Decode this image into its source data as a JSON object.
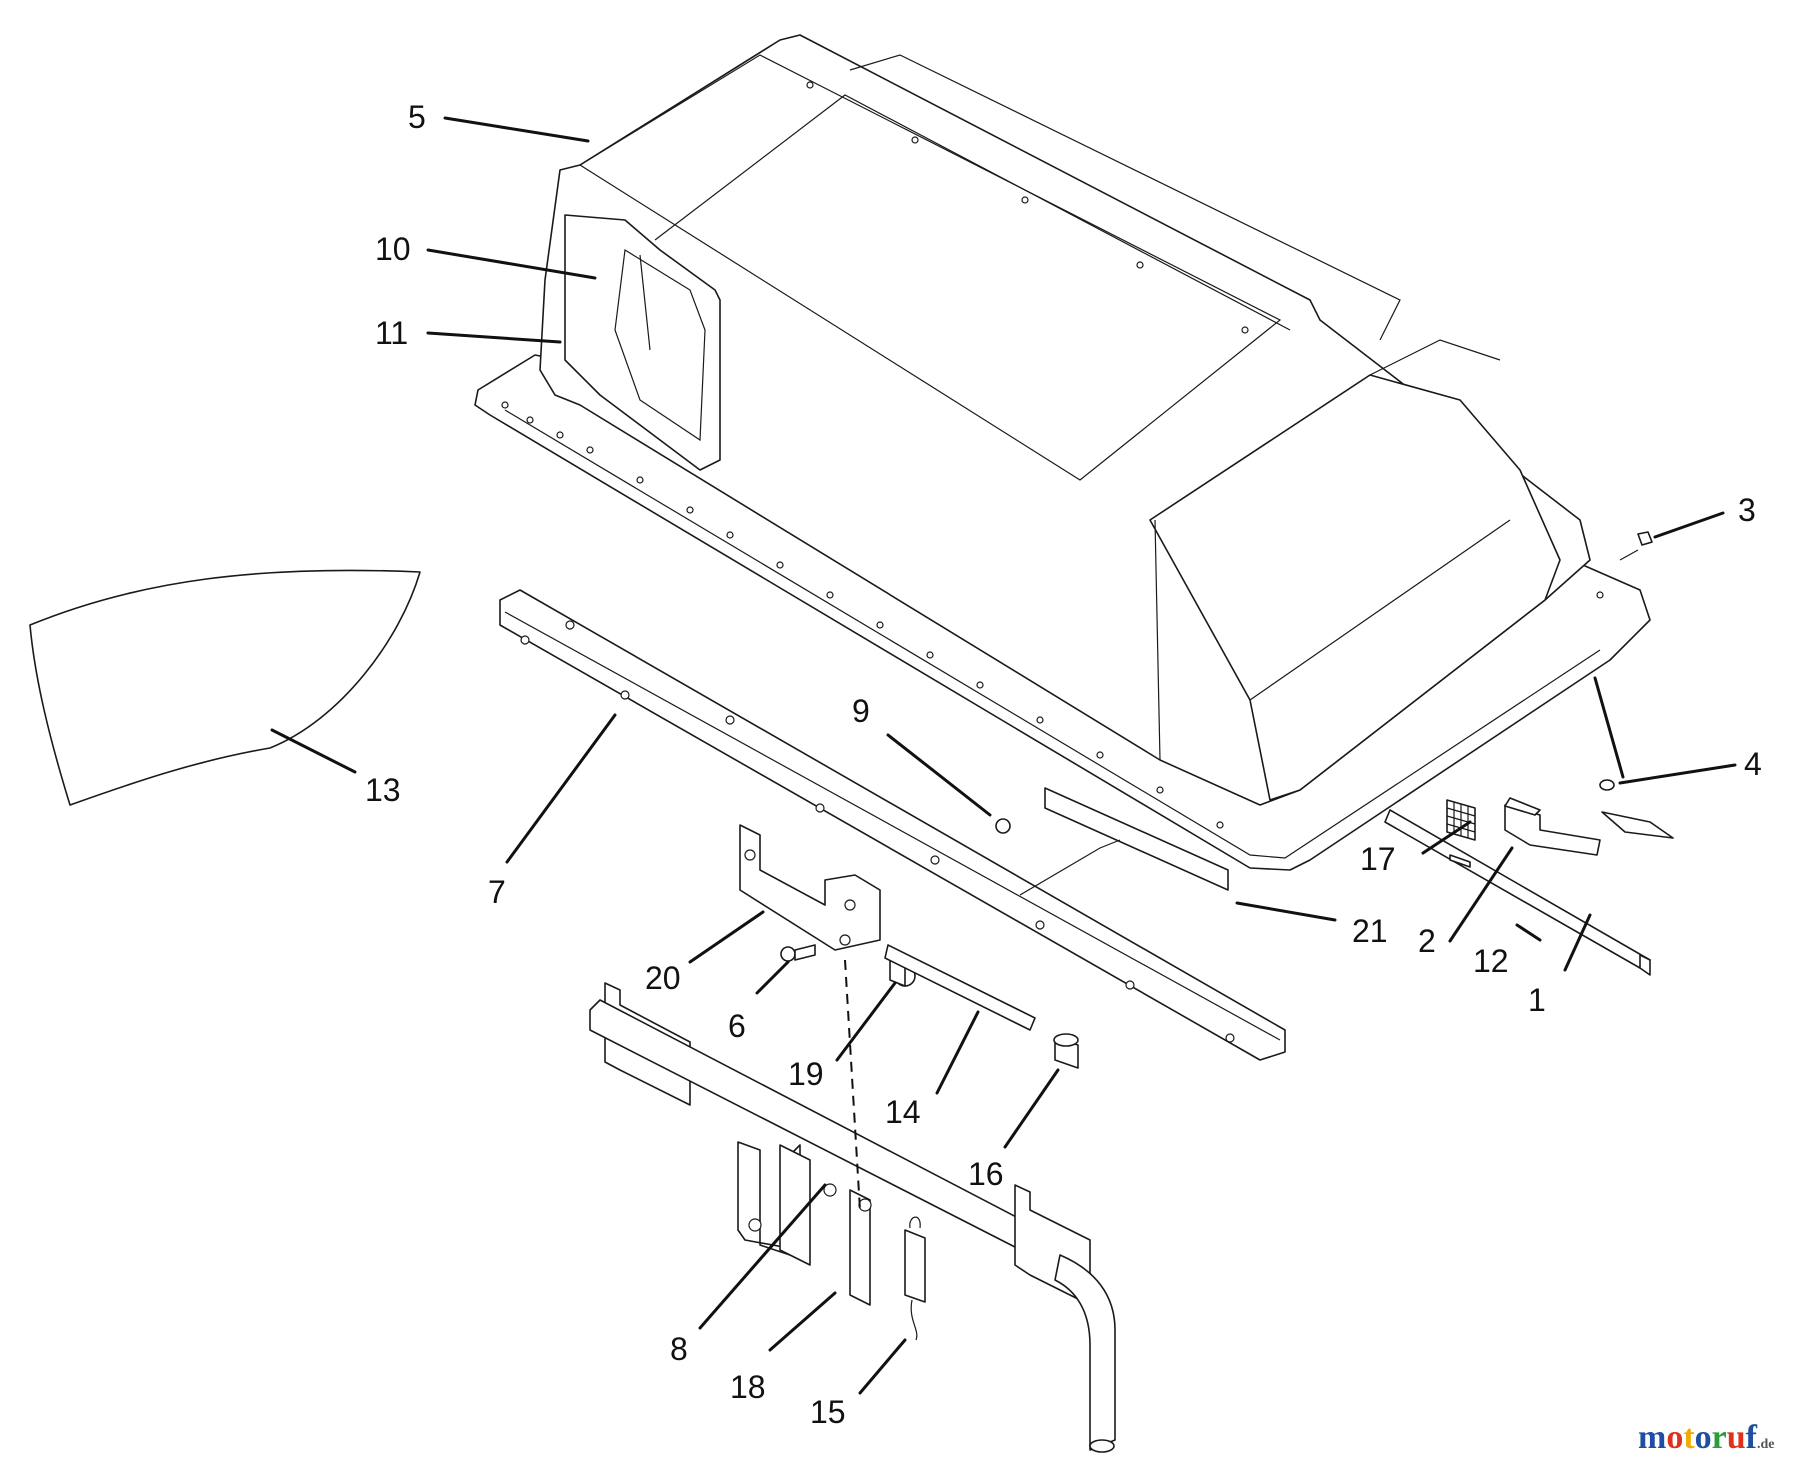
{
  "callouts": {
    "c1": "1",
    "c2": "2",
    "c3": "3",
    "c4": "4",
    "c5": "5",
    "c6": "6",
    "c7": "7",
    "c8": "8",
    "c9": "9",
    "c10": "10",
    "c11": "11",
    "c12": "12",
    "c13": "13",
    "c14": "14",
    "c15": "15",
    "c16": "16",
    "c17": "17",
    "c18": "18",
    "c19": "19",
    "c20": "20",
    "c21": "21"
  },
  "watermark": {
    "text": "motoruf",
    "suffix": ".de",
    "colors": [
      "#1f4ea3",
      "#e0301e",
      "#f2a900",
      "#1f4ea3",
      "#2a9d3a",
      "#e0301e",
      "#1f4ea3"
    ]
  },
  "colors": {
    "line": "#1a1a1a",
    "background": "#ffffff"
  }
}
